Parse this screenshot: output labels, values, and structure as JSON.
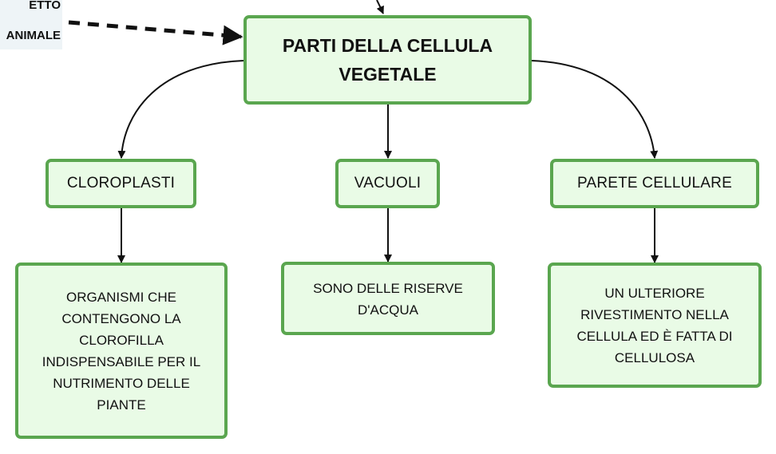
{
  "side_node": {
    "line1": "ETTO",
    "line2": "ANIMALE"
  },
  "main_node": {
    "line1": "PARTI DELLA CELLULA",
    "line2": "VEGETALE"
  },
  "categories": [
    {
      "label": "CLOROPLASTI"
    },
    {
      "label": "VACUOLI"
    },
    {
      "label": "PARETE CELLULARE"
    }
  ],
  "descriptions": [
    {
      "lines": [
        "ORGANISMI CHE",
        "CONTENGONO LA",
        "CLOROFILLA",
        "INDISPENSABILE PER IL",
        "NUTRIMENTO DELLE",
        "PIANTE"
      ]
    },
    {
      "lines": [
        "SONO DELLE RISERVE",
        "D'ACQUA"
      ]
    },
    {
      "lines": [
        "UN ULTERIORE",
        "RIVESTIMENTO NELLA",
        "CELLULA ED È FATTA DI",
        "CELLULOSA"
      ]
    }
  ],
  "colors": {
    "node_fill": "#e9fbe6",
    "node_border": "#5aa64f",
    "connector": "#111111",
    "side_fill": "#eef4f7"
  }
}
